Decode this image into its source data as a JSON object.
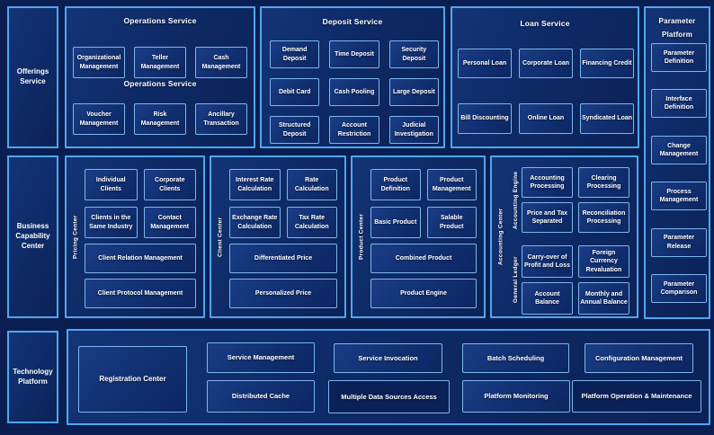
{
  "palette": {
    "page_bg": "#0A1E52",
    "panel_fill": "#0E2A66",
    "box_fill": "#112F70",
    "box_fill_dark": "#0A2158",
    "border_blue": "#4FA7EE",
    "inner_border": "#7CB6EC",
    "text": "#FFFFFF"
  },
  "left_rail": {
    "offerings": "Offerings Service",
    "capability": "Business Capability Center",
    "technology": "Technology Platform"
  },
  "operations": {
    "title": "Operations Service",
    "subtitle": "Operations Service",
    "row1": [
      "Organizational Management",
      "Teller Management",
      "Cash Management"
    ],
    "row2": [
      "Voucher Management",
      "Risk Management",
      "Ancillary Transaction"
    ]
  },
  "deposit": {
    "title": "Deposit Service",
    "items": [
      "Demand Deposit",
      "Time Deposit",
      "Security Deposit",
      "Debit Card",
      "Cash Pooling",
      "Large Deposit",
      "Structured Deposit",
      "Account Restriction",
      "Judicial Investigation"
    ]
  },
  "loan": {
    "title": "Loan Service",
    "items": [
      "Personal Loan",
      "Corporate Loan",
      "Financing Credit",
      "Bill Discounting",
      "Online Loan",
      "Syndicated Loan"
    ]
  },
  "parameter": {
    "title": "Parameter Platform",
    "items": [
      "Parameter Definition",
      "Interface Definition",
      "Change Management",
      "Process Management",
      "Parameter Release",
      "Parameter Comparison"
    ]
  },
  "pricing": {
    "vertical_label": "Pricing Center",
    "grid": [
      "Individual Clients",
      "Corporate Clients",
      "Clients in the Same Industry",
      "Contact Management"
    ],
    "wide": [
      "Client Relation Management",
      "Client Protocol Management"
    ]
  },
  "client": {
    "vertical_label": "Client Center",
    "grid": [
      "Interest Rate Calculation",
      "Rate Calculation",
      "Exchange Rate Calculation",
      "Tax Rate Calculation"
    ],
    "wide": [
      "Differentiated Price",
      "Personalized Price"
    ]
  },
  "product": {
    "vertical_label": "Product Center",
    "grid": [
      "Product Definition",
      "Product Management",
      "Basic Product",
      "Salable Product"
    ],
    "wide": [
      "Combined Product",
      "Product Engine"
    ]
  },
  "accounting": {
    "vertical_label": "Accounting Center",
    "engine": {
      "vertical_label": "Accounting Engine",
      "items": [
        "Accounting Processing",
        "Clearing Processing",
        "Price and Tax Separated",
        "Reconciliation Processing"
      ]
    },
    "ledger": {
      "vertical_label": "General Ledger",
      "items": [
        "Carry-over of Profit and Loss",
        "Foreign Currency Revaluation",
        "Account Balance",
        "Monthly and Annual Balance"
      ]
    }
  },
  "technology": {
    "registration": "Registration Center",
    "boxes": [
      "Service Management",
      "Distributed Cache",
      "Service Invocation",
      "Multiple Data Sources Access",
      "Batch Scheduling",
      "Platform Monitoring",
      "Configuration Management",
      "Platform Operation & Maintenance"
    ]
  }
}
